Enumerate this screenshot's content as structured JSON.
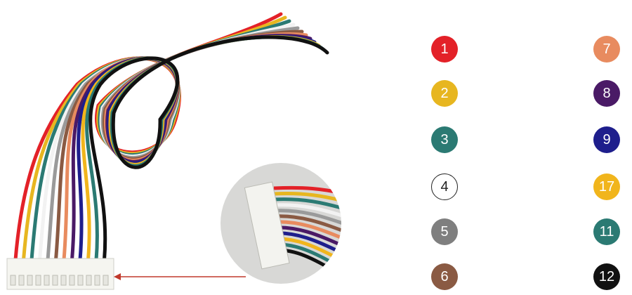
{
  "legend": [
    {
      "label": "1",
      "color": "#e32128",
      "text_color": "#ffffff"
    },
    {
      "label": "2",
      "color": "#e7b620",
      "text_color": "#ffffff"
    },
    {
      "label": "3",
      "color": "#2b7a73",
      "text_color": "#ffffff"
    },
    {
      "label": "4",
      "color": "#ffffff",
      "text_color": "#222222"
    },
    {
      "label": "5",
      "color": "#7f7f7f",
      "text_color": "#ffffff"
    },
    {
      "label": "6",
      "color": "#8a5a43",
      "text_color": "#ffffff"
    },
    {
      "label": "7",
      "color": "#e88b5f",
      "text_color": "#ffffff"
    },
    {
      "label": "8",
      "color": "#4a1a66",
      "text_color": "#ffffff"
    },
    {
      "label": "9",
      "color": "#1e1e8c",
      "text_color": "#ffffff"
    },
    {
      "label": "17",
      "color": "#f1b51c",
      "text_color": "#ffffff"
    },
    {
      "label": "11",
      "color": "#2b7a73",
      "text_color": "#ffffff"
    },
    {
      "label": "12",
      "color": "#111111",
      "text_color": "#ffffff"
    }
  ],
  "wire_colors": [
    "#e32128",
    "#e7b620",
    "#2b7a73",
    "#f2f2f2",
    "#9a9a9a",
    "#8a5a43",
    "#e88b5f",
    "#4a1a66",
    "#1e1e8c",
    "#f1b51c",
    "#2b7a73",
    "#111111"
  ],
  "callout_arrow_color": "#c0392b"
}
